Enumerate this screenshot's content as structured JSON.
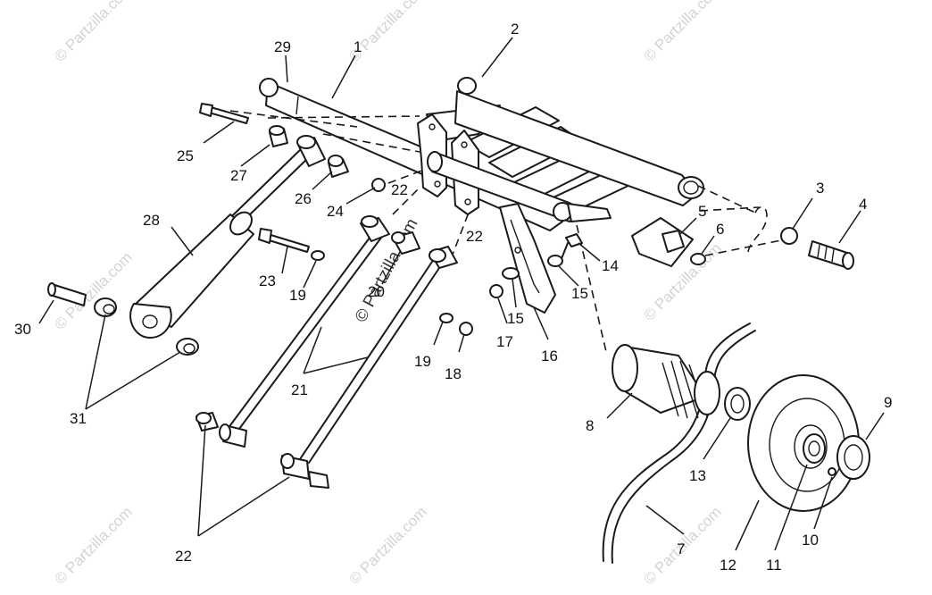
{
  "watermark": "© Partzilla.com",
  "callouts": {
    "c1": "1",
    "c2": "2",
    "c3": "3",
    "c4": "4",
    "c5": "5",
    "c6": "6",
    "c7": "7",
    "c8": "8",
    "c9": "9",
    "c10": "10",
    "c11": "11",
    "c12": "12",
    "c13": "13",
    "c14": "14",
    "c15a": "15",
    "c15b": "15",
    "c16": "16",
    "c17": "17",
    "c18": "18",
    "c19a": "19",
    "c19b": "19",
    "c20": "20",
    "c21": "21",
    "c22a": "22",
    "c22b": "22",
    "c22c": "22",
    "c23": "23",
    "c24": "24",
    "c25": "25",
    "c26": "26",
    "c27": "27",
    "c28": "28",
    "c29": "29",
    "c30": "30",
    "c31": "31"
  }
}
